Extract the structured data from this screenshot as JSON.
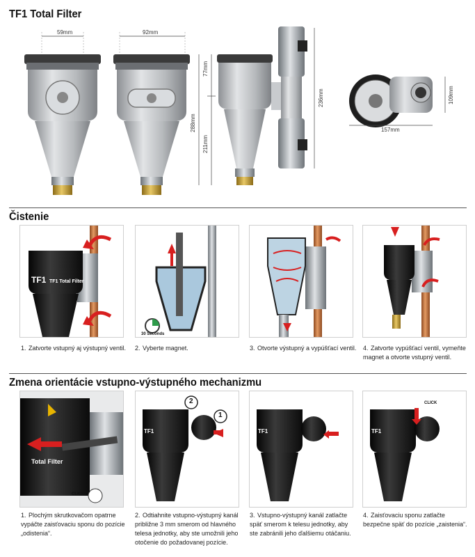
{
  "page": {
    "title": "TF1 Total Filter"
  },
  "top": {
    "dims": {
      "d59": "59mm",
      "d92": "92mm",
      "d77": "77mm",
      "d211": "211mm",
      "d288": "288mm",
      "d236": "236mm",
      "d109": "109mm",
      "d157": "157mm"
    }
  },
  "cleaning": {
    "heading": "Čistenie",
    "timer_label": "30 Seconds",
    "product_label": "TF1 Total Filter",
    "steps": [
      {
        "num": "1.",
        "text": "Zatvorte vstupný aj výstupný ventil."
      },
      {
        "num": "2.",
        "text": "Vyberte magnet."
      },
      {
        "num": "3.",
        "text": "Otvorte výstupný a vypúšťací ventil."
      },
      {
        "num": "4.",
        "text": "Zatvorte vypúšťací ventil, vymeňte magnet a otvorte vstupný ventil."
      }
    ]
  },
  "orientation": {
    "heading": "Zmena orientácie vstupno-výstupného mechanizmu",
    "click_label": "CLICK",
    "marker_1": "1",
    "marker_2": "2",
    "photo1_label": "Total Filter",
    "steps": [
      {
        "num": "1.",
        "text": "Plochým skrutkovačom opatrne vypáčte zaisťovaciu sponu do pozície „odistenia“."
      },
      {
        "num": "2.",
        "text": "Odtiahnite vstupno-výstupný kanál približne 3 mm smerom od hlavného telesa jednotky, aby ste umožnili jeho otočenie do požadovanej pozície."
      },
      {
        "num": "3.",
        "text": "Vstupno-výstupný kanál zatlačte späť smerom k telesu jednotky, aby ste zabránili jeho ďalšiemu otáčaniu."
      },
      {
        "num": "4.",
        "text": "Zaisťovaciu sponu zatlačte bezpečne späť do pozície „zaistenia“."
      }
    ]
  },
  "colors": {
    "arrow_red": "#d81f1f",
    "body_black": "#161616",
    "grey_body": "#b9bcbf",
    "copper": "#c9763c",
    "brass": "#c9a13a",
    "steel": "#9aa0a6",
    "brand_yellow": "#e8b400"
  }
}
